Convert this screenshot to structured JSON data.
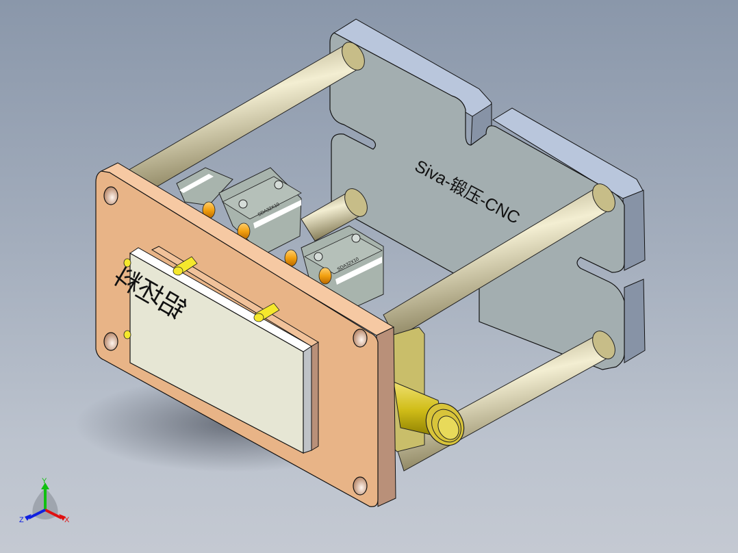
{
  "viewport": {
    "type": "3d-cad-model-view",
    "background_top": "#8a97aa",
    "background_bottom": "#c4c9d2"
  },
  "model": {
    "back_plate": {
      "engraved_text": "Siva-锻压-CNC",
      "visible_text": "Siva-锻压-CNC",
      "color": "#a3aeb0",
      "edge_color": "#b9c6dc"
    },
    "front_plate": {
      "color": "#e8b487",
      "edge_color": "#f6c9a3"
    },
    "workpiece": {
      "engraved_text": "铝坯料",
      "color": "#e6e6d4"
    },
    "guide_rods": {
      "color": "#c9bf8c",
      "count": 4
    },
    "cylinders": {
      "label": "SDA32X10",
      "count": 3,
      "color": "#a8b4ad"
    },
    "fitting": {
      "color": "#d8c43a"
    },
    "pins": {
      "color": "#f5e82c"
    }
  },
  "triad": {
    "x_label": "X",
    "y_label": "Y",
    "z_label": "Z",
    "x_color": "#e01010",
    "y_color": "#10c010",
    "z_color": "#1020e0"
  }
}
